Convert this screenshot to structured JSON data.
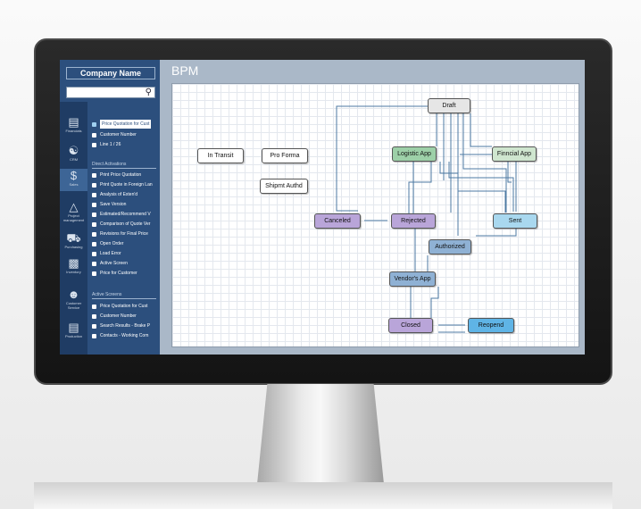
{
  "sidebar": {
    "company_name": "Company Name",
    "search": {
      "value": "",
      "icon": "search-icon"
    },
    "modules": [
      {
        "label": "Financials",
        "icon": "bar-chart-icon",
        "selected": false
      },
      {
        "label": "CRM",
        "icon": "handshake-icon",
        "selected": false
      },
      {
        "label": "Sales",
        "icon": "dollar-icon",
        "selected": true
      },
      {
        "label": "Project management",
        "icon": "org-chart-icon",
        "selected": false
      },
      {
        "label": "Purchasing",
        "icon": "truck-icon",
        "selected": false
      },
      {
        "label": "Inventory",
        "icon": "boxes-icon",
        "selected": false
      },
      {
        "label": "Customer Service",
        "icon": "person-icon",
        "selected": false
      },
      {
        "label": "Production",
        "icon": "factory-icon",
        "selected": false
      }
    ],
    "top_items": [
      "Price Quotation for Cust",
      "Customer Number",
      "Line 1 / 26"
    ],
    "direct_activations_title": "Direct Activations",
    "direct_activations": [
      "Print Price Quotation",
      "Print Quote in Foreign Lan",
      "Analysis of Exten'd",
      "Save Version",
      "Estimated/Recommend V",
      "Comparison of Quote Ver",
      "Revisions for Final Price",
      "Open Order",
      "Load Error",
      "Active Screen",
      "Price for Customer"
    ],
    "active_screens_title": "Active Screens",
    "active_screens": [
      "Price Quotation for Cust",
      "Customer Number",
      "Search Results - Brake P",
      "Contacts - Working Com"
    ]
  },
  "main": {
    "title": "BPM",
    "legend_nodes": [
      "In Transit",
      "Pro Forma",
      "Shipmt Authd"
    ],
    "workflow_nodes": [
      {
        "id": "draft",
        "label": "Draft",
        "color": "#e6e6e6"
      },
      {
        "id": "logistic",
        "label": "Logistic App",
        "color": "#9dd0a8"
      },
      {
        "id": "finncial",
        "label": "Finncial App",
        "color": "#cfe6cf"
      },
      {
        "id": "canceled",
        "label": "Canceled",
        "color": "#b9a5d9"
      },
      {
        "id": "rejected",
        "label": "Rejected",
        "color": "#b9a5d9"
      },
      {
        "id": "sent",
        "label": "Sent",
        "color": "#a9d8ef"
      },
      {
        "id": "authorized",
        "label": "Authorized",
        "color": "#8fb1d4"
      },
      {
        "id": "vendor",
        "label": "Vendor's App",
        "color": "#8fb1d4"
      },
      {
        "id": "closed",
        "label": "Closed",
        "color": "#b9a5d9"
      },
      {
        "id": "reopend",
        "label": "Reopend",
        "color": "#5fb4e6"
      }
    ]
  }
}
